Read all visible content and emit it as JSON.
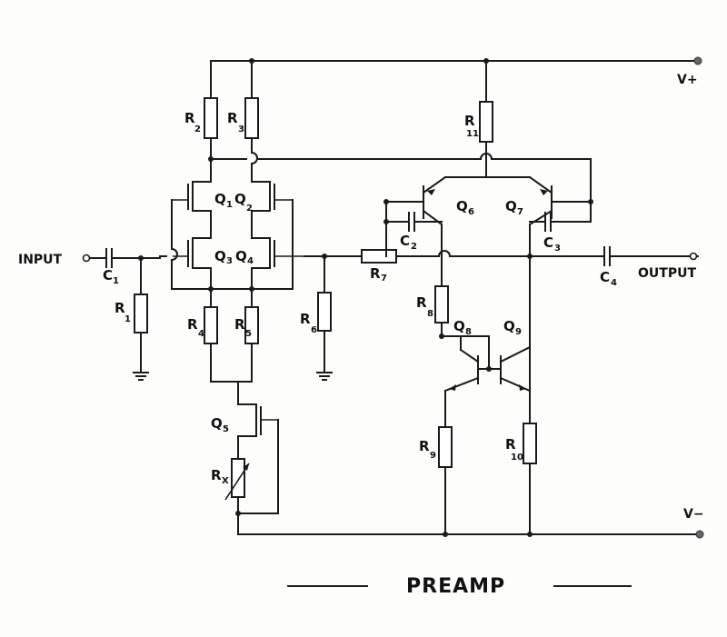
{
  "title": "PREAMP",
  "terminals": {
    "input": "INPUT",
    "output": "OUTPUT",
    "vplus": "V+",
    "vminus": "V−"
  },
  "components": {
    "C1": {
      "letter": "C",
      "sub": "1"
    },
    "C2": {
      "letter": "C",
      "sub": "2"
    },
    "C3": {
      "letter": "C",
      "sub": "3"
    },
    "C4": {
      "letter": "C",
      "sub": "4"
    },
    "R1": {
      "letter": "R",
      "sub": "1"
    },
    "R2": {
      "letter": "R",
      "sub": "2"
    },
    "R3": {
      "letter": "R",
      "sub": "3"
    },
    "R4": {
      "letter": "R",
      "sub": "4"
    },
    "R5": {
      "letter": "R",
      "sub": "5"
    },
    "R6": {
      "letter": "R",
      "sub": "6"
    },
    "R7": {
      "letter": "R",
      "sub": "7"
    },
    "R8": {
      "letter": "R",
      "sub": "8"
    },
    "R9": {
      "letter": "R",
      "sub": "9"
    },
    "R10": {
      "letter": "R",
      "sub": "10"
    },
    "R11": {
      "letter": "R",
      "sub": "11"
    },
    "RX": {
      "letter": "R",
      "sub": "X"
    },
    "Q1": {
      "letter": "Q",
      "sub": "1"
    },
    "Q2": {
      "letter": "Q",
      "sub": "2"
    },
    "Q3": {
      "letter": "Q",
      "sub": "3"
    },
    "Q4": {
      "letter": "Q",
      "sub": "4"
    },
    "Q5": {
      "letter": "Q",
      "sub": "5"
    },
    "Q6": {
      "letter": "Q",
      "sub": "6"
    },
    "Q7": {
      "letter": "Q",
      "sub": "7"
    },
    "Q8": {
      "letter": "Q",
      "sub": "8"
    },
    "Q9": {
      "letter": "Q",
      "sub": "9"
    }
  }
}
